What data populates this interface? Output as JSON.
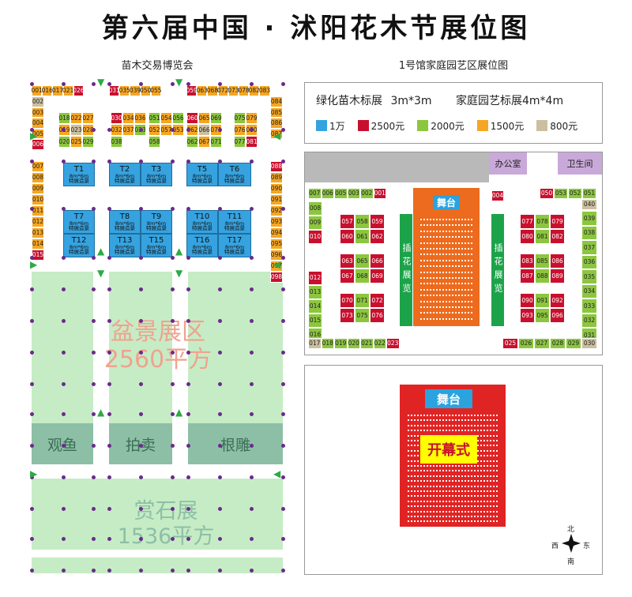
{
  "title": "第六届中国 · 沭阳花木节展位图",
  "left_subtitle": "苗木交易博览会",
  "right_subtitle": "1号馆家庭园艺区展位图",
  "legend": {
    "line1_a": "绿化苗木标展",
    "line1_b": "3m*3m",
    "line1_c": "家庭园艺标展4m*4m",
    "items": [
      {
        "label": "1万",
        "color": "#36a3e0"
      },
      {
        "label": "2500元",
        "color": "#c8102e"
      },
      {
        "label": "2000元",
        "color": "#8cc63f"
      },
      {
        "label": "1500元",
        "color": "#f5a623"
      },
      {
        "label": "800元",
        "color": "#cbbf9f"
      }
    ]
  },
  "colors": {
    "blue": "#36a3e0",
    "red": "#c8102e",
    "green": "#8cc63f",
    "orange": "#f5a623",
    "tan": "#cbbf9f",
    "gray": "#b9b9b9"
  },
  "left_map": {
    "top_row_1": [
      "001",
      "016",
      "017",
      "021",
      "026"
    ],
    "top_row_2": [
      "031",
      "035",
      "039",
      "050",
      "055"
    ],
    "top_row_3": [
      "059",
      "063",
      "068",
      "072",
      "073",
      "078",
      "082",
      "083"
    ],
    "left_col": [
      "002",
      "003",
      "004",
      "005",
      "006"
    ],
    "left_col_2": [
      "007",
      "008",
      "009",
      "010",
      "011",
      "012",
      "013",
      "014",
      "015"
    ],
    "right_col": [
      "084",
      "085",
      "086",
      "087"
    ],
    "right_col_2": [
      "088",
      "089",
      "090",
      "091",
      "092",
      "093",
      "094",
      "095",
      "096",
      "097",
      "098"
    ],
    "block_a": [
      "018",
      "022",
      "027",
      "019",
      "023",
      "028",
      "020",
      "025",
      "029"
    ],
    "block_b": [
      "030",
      "034",
      "036",
      "032",
      "037",
      "033",
      "038"
    ],
    "block_c": [
      "051",
      "054",
      "056",
      "052",
      "057",
      "053",
      "058"
    ],
    "block_d": [
      "060",
      "065",
      "069",
      "062",
      "066",
      "071",
      "062",
      "067",
      "071"
    ],
    "block_e": [
      "075",
      "079",
      "076",
      "080",
      "077",
      "081"
    ],
    "feature_label": "8m*6m",
    "feature_desc": "特展造景",
    "features": [
      "T1",
      "T2",
      "T3",
      "T5",
      "T6",
      "T7",
      "T8",
      "T9",
      "T10",
      "T11",
      "T12",
      "T13",
      "T15",
      "T16",
      "T17"
    ],
    "zones": {
      "bonsai": "盆景展区",
      "bonsai_area": "2560平方",
      "fish": "观鱼",
      "auction": "拍卖",
      "rootcarving": "根雕",
      "stone": "赏石展",
      "stone_area": "1536平方"
    }
  },
  "hall": {
    "office": "办公室",
    "toilet": "卫生间",
    "stage": "舞台",
    "flower_strip": "插花展览",
    "top_row_left": [
      "007",
      "006",
      "005",
      "003",
      "002",
      "001"
    ],
    "top_row_right": [
      "050",
      "053",
      "052",
      "051"
    ],
    "top_mid": "004",
    "left_col": [
      "008",
      "009",
      "010",
      "012",
      "013",
      "014",
      "015",
      "016"
    ],
    "right_col": [
      "039",
      "038",
      "037",
      "036",
      "035",
      "034",
      "033",
      "032",
      "031"
    ],
    "bottom_row_left": [
      "017",
      "018",
      "019",
      "020",
      "021",
      "022",
      "023"
    ],
    "bottom_row_right": [
      "025",
      "026",
      "027",
      "028",
      "029",
      "030"
    ],
    "b_left": [
      [
        "057",
        "058",
        "059"
      ],
      [
        "060",
        "061",
        "062"
      ],
      [
        "063",
        "065",
        "066"
      ],
      [
        "067",
        "068",
        "069"
      ],
      [
        "070",
        "071",
        "072"
      ],
      [
        "073",
        "075",
        "076"
      ]
    ],
    "b_right": [
      [
        "077",
        "078",
        "079"
      ],
      [
        "080",
        "081",
        "082"
      ],
      [
        "083",
        "085",
        "086"
      ],
      [
        "087",
        "088",
        "089"
      ],
      [
        "090",
        "091",
        "092"
      ],
      [
        "093",
        "095",
        "096"
      ]
    ],
    "single_040": "040"
  },
  "ceremony": {
    "stage": "舞台",
    "opening": "开幕式"
  },
  "compass": {
    "north": "北",
    "south": "南",
    "east": "东",
    "west": "西"
  }
}
